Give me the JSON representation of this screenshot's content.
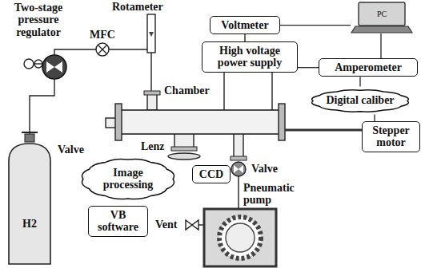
{
  "diagram": {
    "nodes": [
      {
        "text": [
          "Voltmeter"
        ]
      },
      {
        "text": [
          "PC"
        ]
      },
      {
        "text": [
          "High voltage power supply"
        ]
      },
      {
        "text": [
          "Amperometer"
        ]
      },
      {
        "text": [
          "Digital caliber"
        ]
      },
      {
        "text": [
          "Stepper motor"
        ]
      },
      {
        "text": [
          "CCD"
        ]
      },
      {
        "text": [
          "Image processing"
        ]
      },
      {
        "text": [
          "VB software"
        ]
      },
      {
        "text": [
          "H2"
        ]
      }
    ],
    "edges": [
      {
        "from": 0,
        "to": 1,
        "arrow": "none"
      },
      {
        "from": 1,
        "to": 3,
        "arrow": "none"
      },
      {
        "from": 2,
        "to": 3,
        "arrow": "none"
      },
      {
        "from": 3,
        "to": 4,
        "arrow": "none"
      },
      {
        "from": 4,
        "to": 5,
        "arrow": "none"
      }
    ],
    "labels": [
      "Two-stage pressure regulator",
      "MFC",
      "Rotameter",
      "Chamber",
      "Valve",
      "Lenz",
      "Valve",
      "Pneumatic pump",
      "Vent"
    ]
  }
}
